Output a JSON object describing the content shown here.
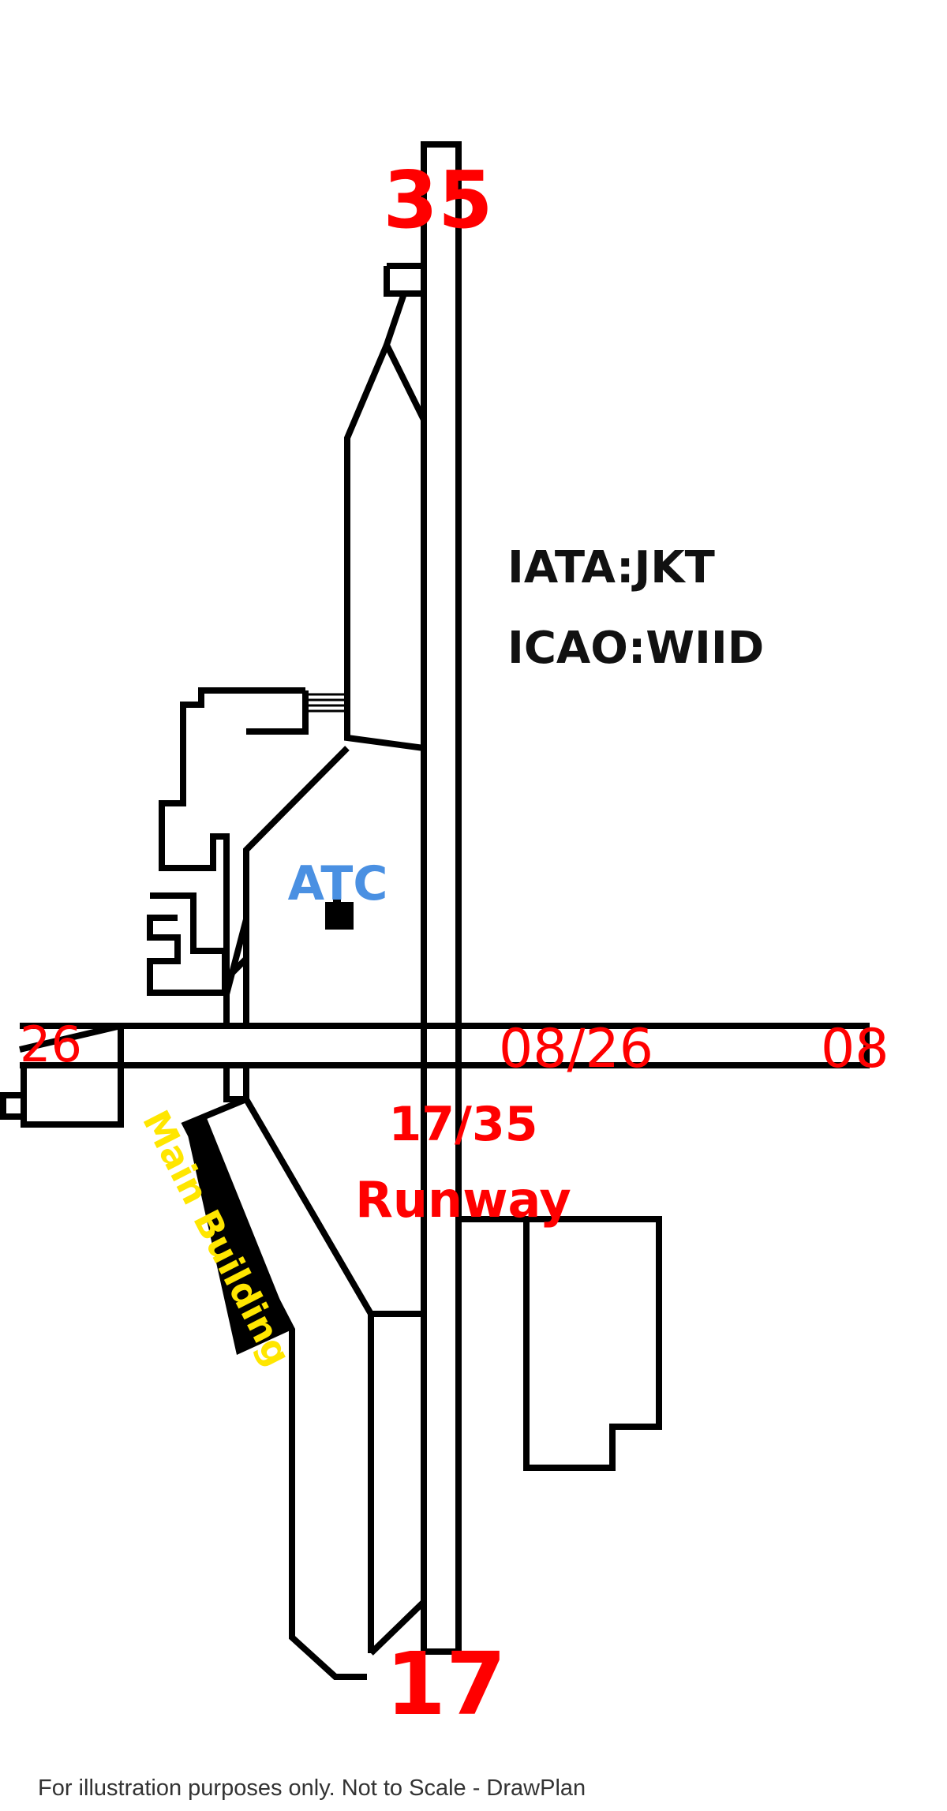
{
  "runway_ends": {
    "north": "35",
    "south": "17",
    "west": "26",
    "east": "08"
  },
  "runway_labels": {
    "cross_runway": "08/26",
    "main_runway_line1": "17/35",
    "main_runway_line2": "Runway"
  },
  "codes": {
    "iata": "IATA:JKT",
    "icao": "ICAO:WIID"
  },
  "facilities": {
    "atc": "ATC",
    "main_building": "Main Building"
  },
  "footer": "For illustration purposes only. Not to Scale - DrawPlan",
  "colors": {
    "runway_end_labels": "#ff0000",
    "atc_label": "#4a90e2",
    "main_building_label": "#ffe600",
    "outlines": "#000000"
  }
}
